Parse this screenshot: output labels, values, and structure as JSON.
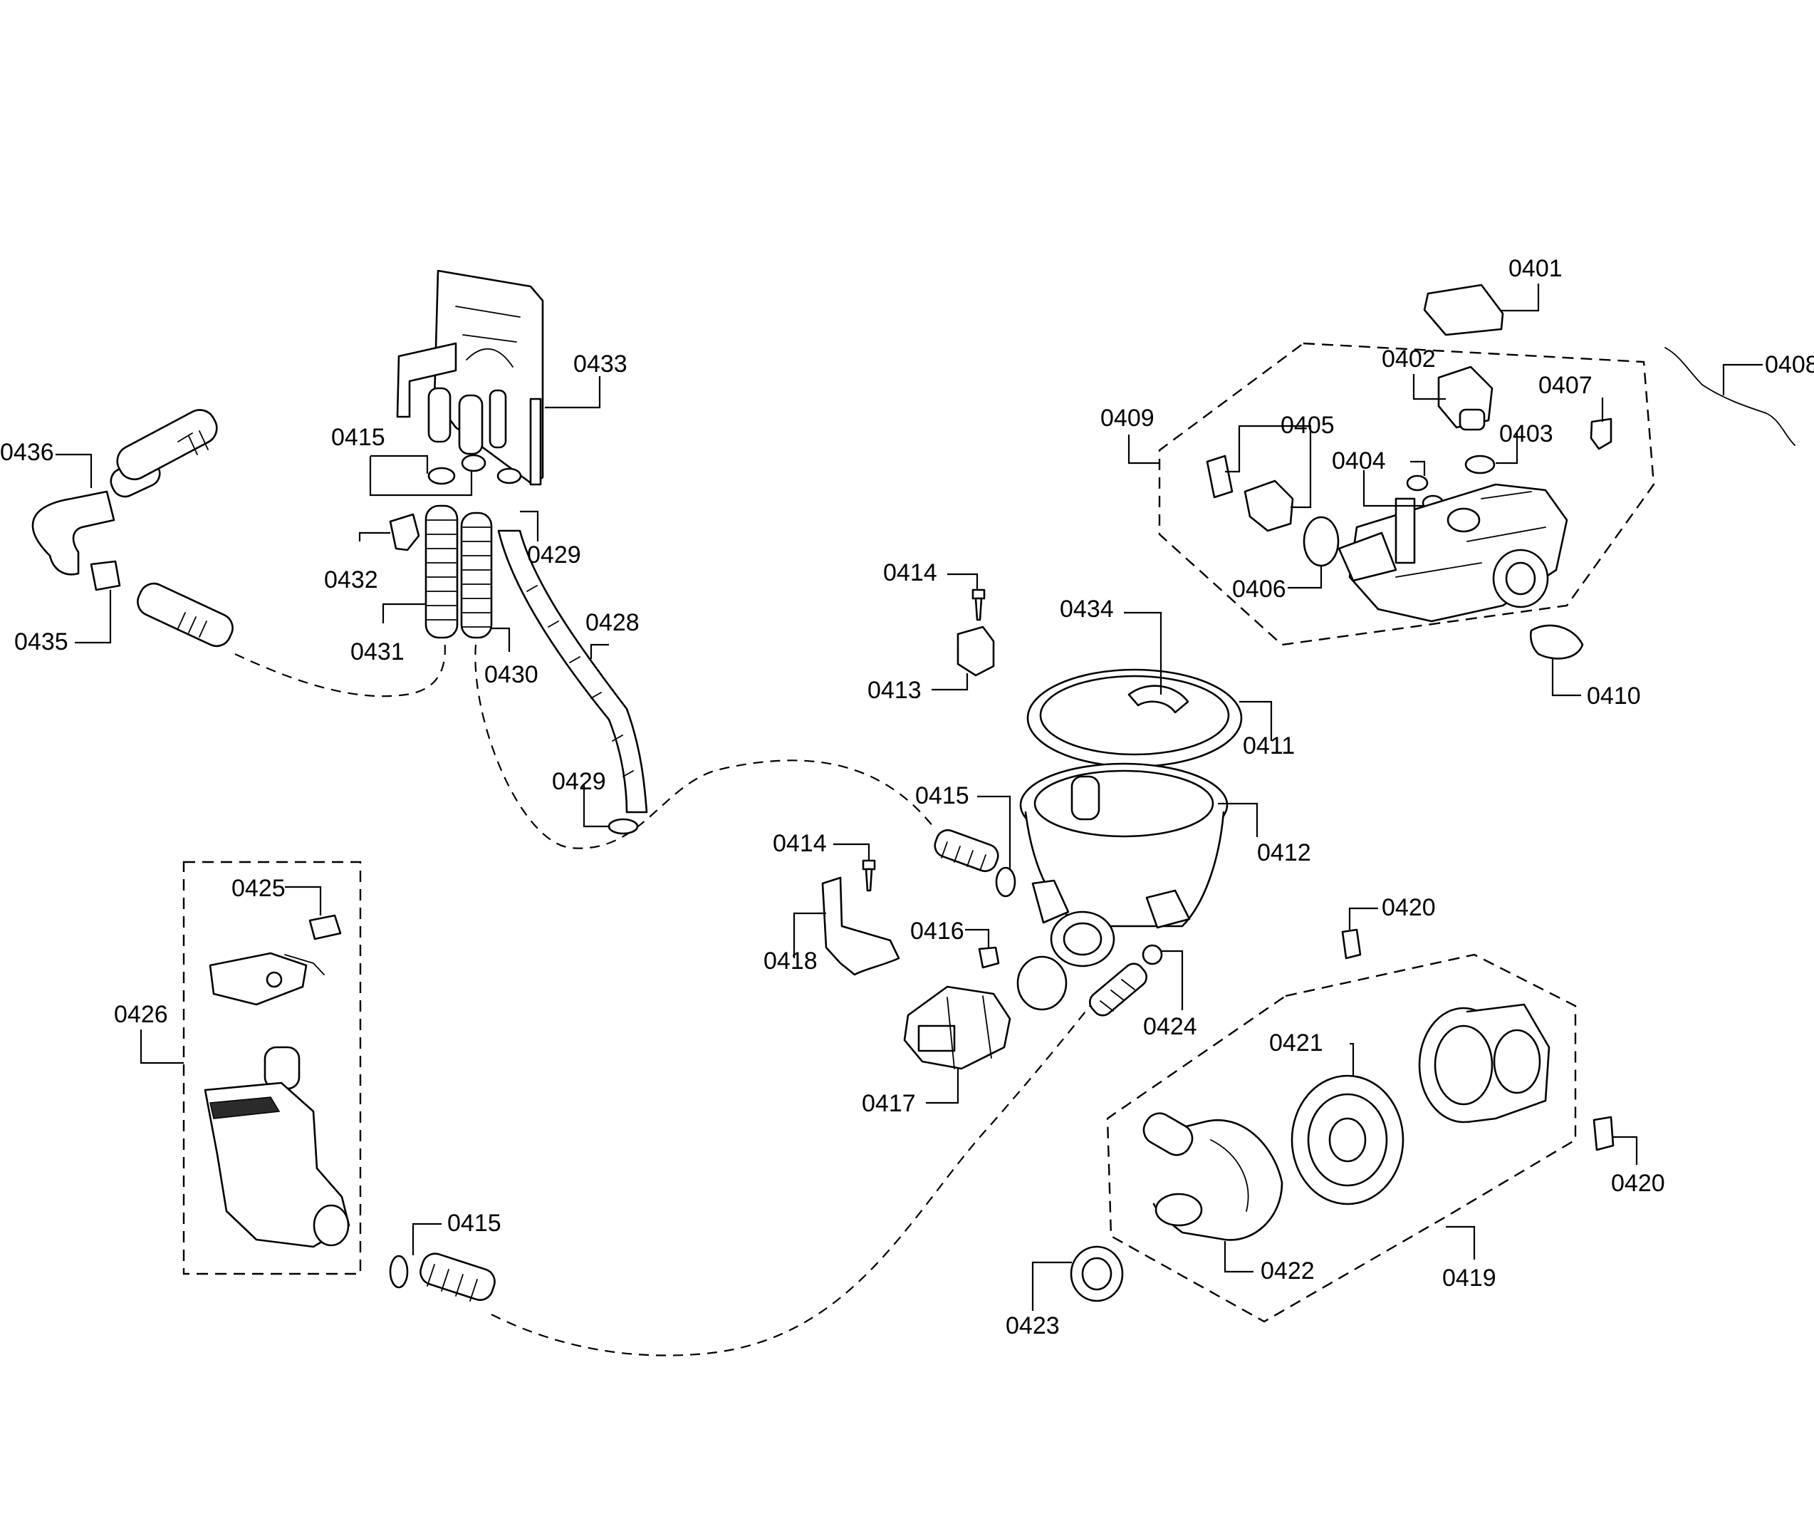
{
  "labels": {
    "p0401": "0401",
    "p0402": "0402",
    "p0403": "0403",
    "p0404": "0404",
    "p0405": "0405",
    "p0406": "0406",
    "p0407": "0407",
    "p0408": "0408",
    "p0409": "0409",
    "p0410": "0410",
    "p0411": "0411",
    "p0412": "0412",
    "p0413": "0413",
    "p0414a": "0414",
    "p0414b": "0414",
    "p0415a": "0415",
    "p0415b": "0415",
    "p0415c": "0415",
    "p0416": "0416",
    "p0417": "0417",
    "p0418": "0418",
    "p0419": "0419",
    "p0420a": "0420",
    "p0420b": "0420",
    "p0421": "0421",
    "p0422": "0422",
    "p0423": "0423",
    "p0424": "0424",
    "p0425": "0425",
    "p0426": "0426",
    "p0428": "0428",
    "p0429a": "0429",
    "p0429b": "0429",
    "p0430": "0430",
    "p0431": "0431",
    "p0432": "0432",
    "p0433": "0433",
    "p0434": "0434",
    "p0435": "0435",
    "p0436": "0436"
  },
  "colors": {
    "ink": "#000000",
    "paper": "#ffffff"
  }
}
